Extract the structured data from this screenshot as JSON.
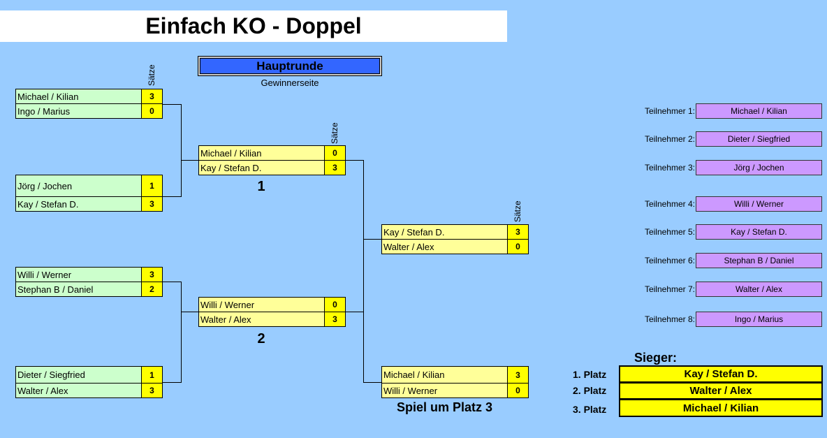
{
  "title": "Einfach KO - Doppel",
  "hauptrunde": {
    "label": "Hauptrunde",
    "subtitle": "Gewinnerseite"
  },
  "saetze_label": "Sätze",
  "round1": [
    {
      "team1": "Michael / Kilian",
      "score1": "3",
      "team2": "Ingo / Marius",
      "score2": "0"
    },
    {
      "team1": "Jörg / Jochen",
      "score1": "1",
      "team2": "Kay / Stefan D.",
      "score2": "3"
    },
    {
      "team1": "Willi / Werner",
      "score1": "3",
      "team2": "Stephan B / Daniel",
      "score2": "2"
    },
    {
      "team1": "Dieter / Siegfried",
      "score1": "1",
      "team2": "Walter / Alex",
      "score2": "3"
    }
  ],
  "semifinals": [
    {
      "number": "1",
      "team1": "Michael / Kilian",
      "score1": "0",
      "team2": "Kay / Stefan D.",
      "score2": "3"
    },
    {
      "number": "2",
      "team1": "Willi / Werner",
      "score1": "0",
      "team2": "Walter / Alex",
      "score2": "3"
    }
  ],
  "final": {
    "team1": "Kay / Stefan D.",
    "score1": "3",
    "team2": "Walter / Alex",
    "score2": "0"
  },
  "third_place": {
    "label": "Spiel um Platz 3",
    "team1": "Michael / Kilian",
    "score1": "3",
    "team2": "Willi / Werner",
    "score2": "0"
  },
  "participants": [
    {
      "label": "Teilnehmer 1:",
      "name": "Michael / Kilian"
    },
    {
      "label": "Teilnehmer 2:",
      "name": "Dieter / Siegfried"
    },
    {
      "label": "Teilnehmer 3:",
      "name": "Jörg / Jochen"
    },
    {
      "label": "Teilnehmer 4:",
      "name": "Willi / Werner"
    },
    {
      "label": "Teilnehmer 5:",
      "name": "Kay / Stefan D."
    },
    {
      "label": "Teilnehmer 6:",
      "name": "Stephan B / Daniel"
    },
    {
      "label": "Teilnehmer 7:",
      "name": "Walter / Alex"
    },
    {
      "label": "Teilnehmer 8:",
      "name": "Ingo / Marius"
    }
  ],
  "winners": {
    "title": "Sieger:",
    "places": [
      {
        "label": "1. Platz",
        "name": "Kay / Stefan D."
      },
      {
        "label": "2. Platz",
        "name": "Walter / Alex"
      },
      {
        "label": "3. Platz",
        "name": "Michael / Kilian"
      }
    ]
  },
  "colors": {
    "background": "#99ccff",
    "round1_cell": "#ccffcc",
    "later_cell": "#ffff99",
    "score": "#ffff00",
    "participant": "#cc99ff",
    "header_button": "#3366ff"
  }
}
